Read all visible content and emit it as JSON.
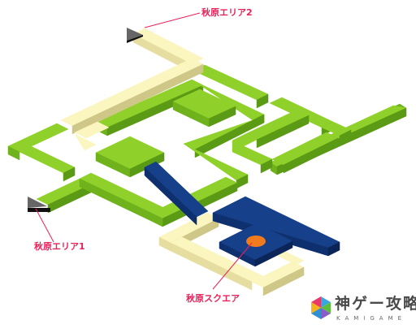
{
  "map": {
    "colors": {
      "green_top": "#8fd12a",
      "green_side": "#5a9a14",
      "green_front": "#6fb21c",
      "yellow_top": "#fbf6bf",
      "yellow_side": "#cfc788",
      "yellow_front": "#e6dea0",
      "blue_top": "#17408a",
      "blue_side": "#0b2558",
      "blue_front": "#0f306e",
      "exit_marker": "#666666",
      "goal_marker": "#f07a1e",
      "label_color": "#e8235a"
    },
    "labels": {
      "area2": "秋原エリア2",
      "area1": "秋原エリア1",
      "square": "秋原スクエア"
    }
  },
  "logo": {
    "title": "神ゲー攻略",
    "subtitle": "KAMIGAME",
    "icon": "kamigame-logo-icon"
  }
}
